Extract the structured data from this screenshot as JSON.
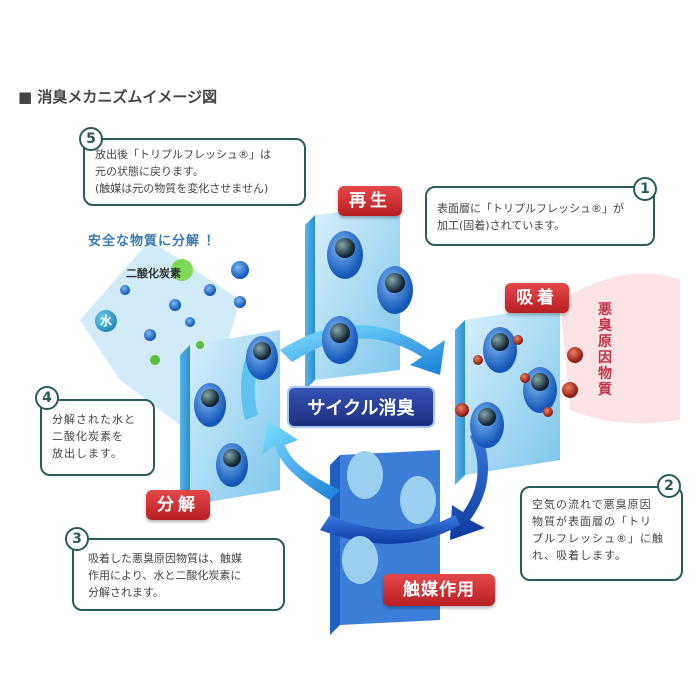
{
  "title": "■ 消臭メカニズムイメージ図",
  "center_label": "サイクル消臭",
  "stages": {
    "regen": "再生",
    "adsorb": "吸着",
    "decompose": "分解",
    "catalysis": "触媒作用"
  },
  "safe_text": "安全な物質に分解 ！",
  "co2_label": "二酸化炭素",
  "water_label": "水",
  "odor_label": "悪臭原因物質",
  "steps": [
    {
      "num": "1",
      "text": "表面層に「トリプルフレッシュ®」が\n加工(固着)されています。"
    },
    {
      "num": "2",
      "text": "空気の流れで悪臭原因\n物質が表面層の「トリ\nプルフレッシュ®」に触\nれ、吸着します。"
    },
    {
      "num": "3",
      "text": "吸着した悪臭原因物質は、触媒\n作用により、水と二酸化炭素に\n分解されます。"
    },
    {
      "num": "4",
      "text": "分解された水と\n二酸化炭素を\n放出します。"
    },
    {
      "num": "5",
      "text": "放出後「トリプルフレッシュ®」は\n元の状態に戻ります。\n(触媒は元の物質を変化させません)"
    }
  ],
  "colors": {
    "box_border": "#2c5a5c",
    "tag_red": "#d2292c",
    "cycle_blue": "#1f3a93",
    "arrow_blue": "#1f9be0"
  }
}
